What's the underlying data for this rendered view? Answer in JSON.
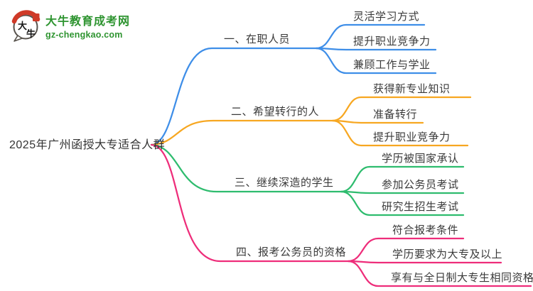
{
  "logo": {
    "site_name": "大牛教育成考网",
    "site_domain": "gz-chengkao.com",
    "badge_char_top": "大",
    "badge_char_bottom": "牛",
    "brand_green": "#2e9430",
    "brand_red": "#cf3a28"
  },
  "mindmap": {
    "root": "2025年广州函授大专适合人群",
    "branches": [
      {
        "label": "一、在职人员",
        "color": "#3e8ee8",
        "children": [
          "灵活学习方式",
          "提升职业竞争力",
          "兼顾工作与学业"
        ]
      },
      {
        "label": "二、希望转行的人",
        "color": "#f7a721",
        "children": [
          "获得新专业知识",
          "准备转行",
          "提升职业竞争力"
        ]
      },
      {
        "label": "三、继续深造的学生",
        "color": "#2ebc6e",
        "children": [
          "学历被国家承认",
          "参加公务员考试",
          "研究生招生考试"
        ]
      },
      {
        "label": "四、报考公务员的资格",
        "color": "#ee2d7a",
        "children": [
          "符合报考条件",
          "学历要求为大专及以上",
          "享有与全日制大专生相同资格"
        ]
      }
    ]
  }
}
